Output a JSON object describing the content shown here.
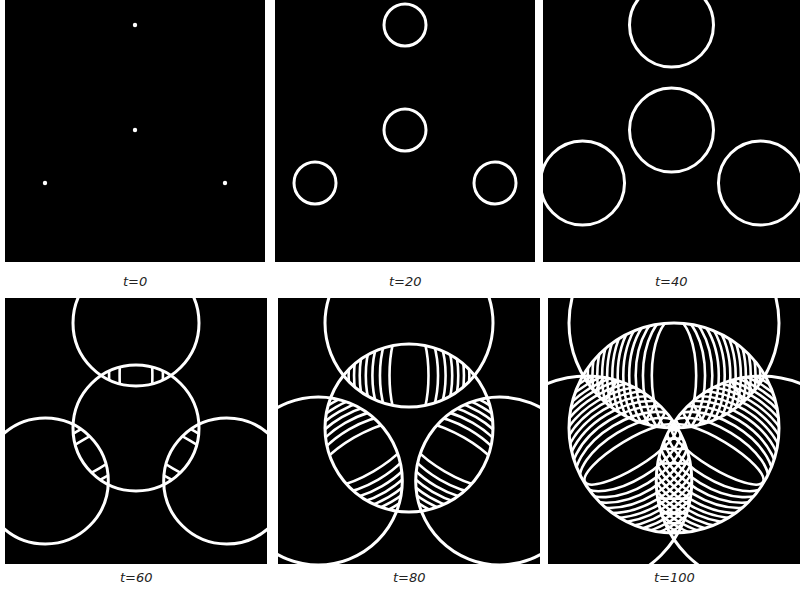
{
  "diagram": {
    "labels": [
      "t=0",
      "t=20",
      "t=40",
      "t=60",
      "t=80",
      "t=100"
    ]
  }
}
